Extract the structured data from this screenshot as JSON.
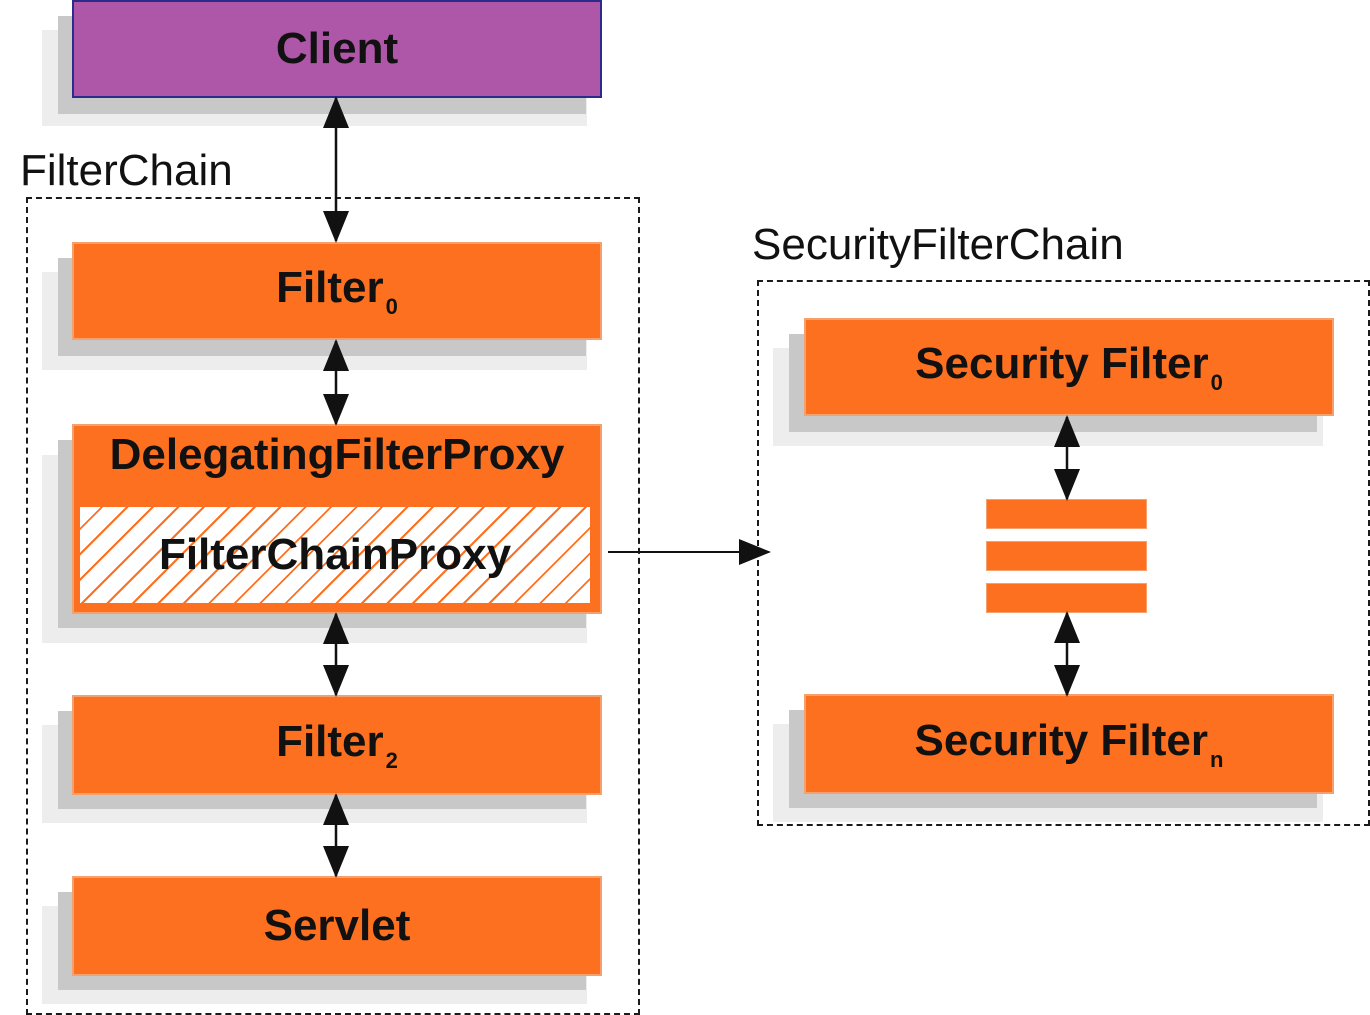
{
  "client": "Client",
  "filter_chain_label": "FilterChain",
  "filter0": {
    "name": "Filter",
    "sub": "0"
  },
  "delegating_proxy": "DelegatingFilterProxy",
  "filter_chain_proxy": "FilterChainProxy",
  "filter2": {
    "name": "Filter",
    "sub": "2"
  },
  "servlet": "Servlet",
  "security_chain_label": "SecurityFilterChain",
  "security_filter0": {
    "name": "Security Filter",
    "sub": "0"
  },
  "security_filtern": {
    "name": "Security Filter",
    "sub": "n"
  },
  "colors": {
    "orange": "#fd7020",
    "purple": "#ae56a7",
    "shadow": "#c8c8c8"
  }
}
